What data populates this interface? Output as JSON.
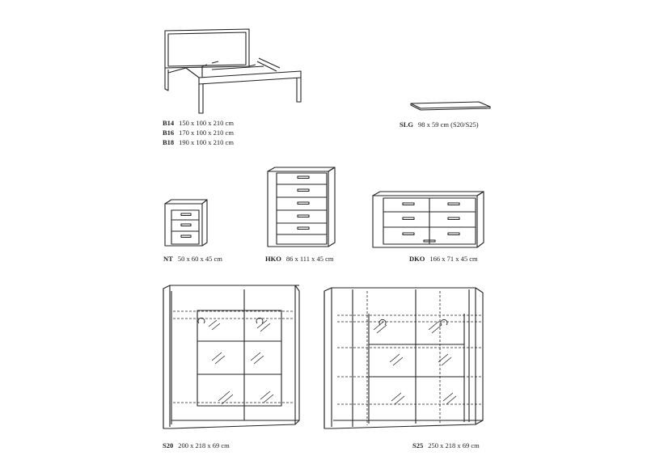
{
  "products": {
    "bed": {
      "variants": [
        {
          "code": "B14",
          "dims": "150 x 100 x 210 cm"
        },
        {
          "code": "B16",
          "dims": "170 x 100 x 210 cm"
        },
        {
          "code": "B18",
          "dims": "190 x 100 x 210 cm"
        }
      ]
    },
    "slg": {
      "code": "SLG",
      "dims": "98 x 59 cm  (S20/S25)"
    },
    "nt": {
      "code": "NT",
      "dims": "50 x 60 x 45 cm"
    },
    "hko": {
      "code": "HKO",
      "dims": "86 x 111 x 45 cm"
    },
    "dko": {
      "code": "DKO",
      "dims": "166 x 71 x 45 cm"
    },
    "s20": {
      "code": "S20",
      "dims": "200 x 218 x 69 cm"
    },
    "s25": {
      "code": "S25",
      "dims": "250 x 218 x 69 cm"
    }
  }
}
